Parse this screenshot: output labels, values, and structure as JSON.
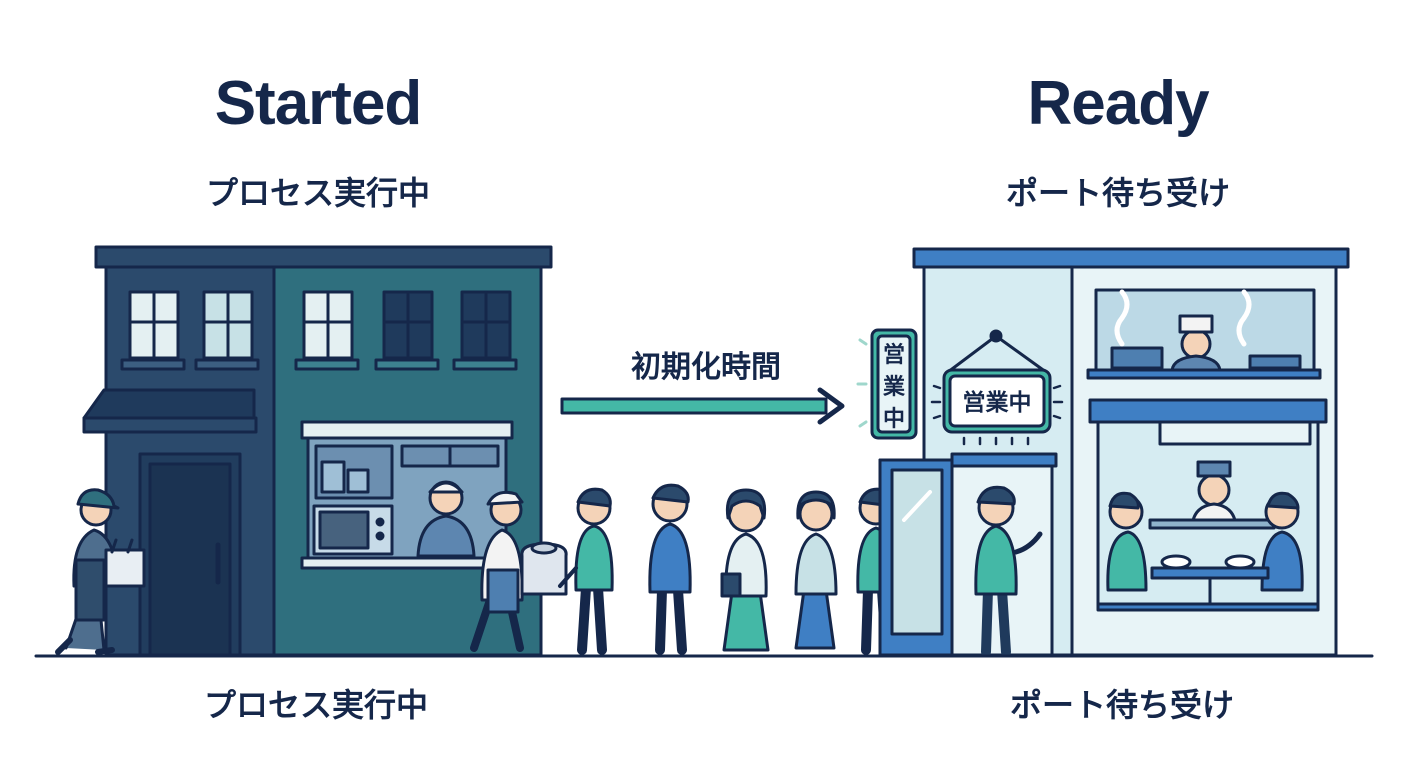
{
  "started": {
    "title": "Started",
    "subtitle_top": "プロセス実行中",
    "subtitle_bottom": "プロセス実行中"
  },
  "ready": {
    "title": "Ready",
    "subtitle_top": "ポート待ち受け",
    "subtitle_bottom": "ポート待ち受け",
    "vertical_sign_chars": [
      "営",
      "業",
      "中"
    ],
    "hanging_sign": "営業中"
  },
  "transition": {
    "label": "初期化時間"
  },
  "colors": {
    "ink": "#15274a",
    "started_dark": "#2b4a6c",
    "started_teal": "#2f6f7e",
    "ready_blue": "#3f7fc4",
    "ready_light": "#d6ecf2",
    "accent_teal": "#44b8a6"
  }
}
